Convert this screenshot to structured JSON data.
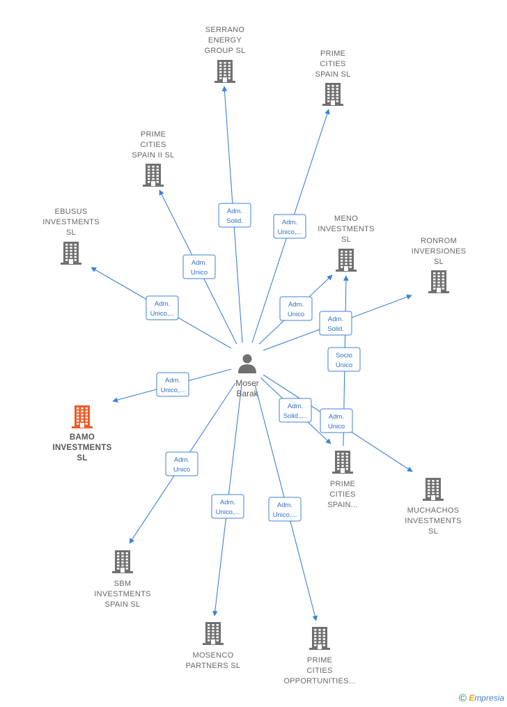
{
  "colors": {
    "edge": "#3b82d6",
    "building": "#707070",
    "building_highlight": "#ee5a2a",
    "person": "#707070"
  },
  "center": {
    "name_lines": [
      "Moser",
      "Barak"
    ],
    "icon": "person-icon"
  },
  "companies": [
    {
      "id": "serrano",
      "lines": [
        "SERRANO",
        "ENERGY",
        "GROUP  SL"
      ],
      "highlight": false
    },
    {
      "id": "prime-cities-spain",
      "lines": [
        "PRIME",
        "CITIES",
        "SPAIN  SL"
      ],
      "highlight": false
    },
    {
      "id": "prime-cities-spain-ii",
      "lines": [
        "PRIME",
        "CITIES",
        "SPAIN II  SL"
      ],
      "highlight": false
    },
    {
      "id": "ebusus",
      "lines": [
        "EBUSUS",
        "INVESTMENTS",
        "SL"
      ],
      "highlight": false
    },
    {
      "id": "meno",
      "lines": [
        "MENO",
        "INVESTMENTS",
        "SL"
      ],
      "highlight": false
    },
    {
      "id": "ronrom",
      "lines": [
        "RONROM",
        "INVERSIONES",
        "SL"
      ],
      "highlight": false
    },
    {
      "id": "bamo",
      "lines": [
        "BAMO",
        "INVESTMENTS",
        "SL"
      ],
      "highlight": true
    },
    {
      "id": "prime-cities-spain-2",
      "lines": [
        "PRIME",
        "CITIES",
        "SPAIN..."
      ],
      "highlight": false
    },
    {
      "id": "muchachos",
      "lines": [
        "MUCHACHOS",
        "INVESTMENTS",
        "SL"
      ],
      "highlight": false
    },
    {
      "id": "sbm",
      "lines": [
        "SBM",
        "INVESTMENTS",
        "SPAIN  SL"
      ],
      "highlight": false
    },
    {
      "id": "mosenco",
      "lines": [
        "MOSENCO",
        "PARTNERS  SL"
      ],
      "highlight": false
    },
    {
      "id": "prime-cities-opportunities",
      "lines": [
        "PRIME",
        "CITIES",
        "OPPORTUNITIES..."
      ],
      "highlight": false
    }
  ],
  "relations": [
    {
      "to": "serrano",
      "lines": [
        "Adm.",
        "Solid."
      ]
    },
    {
      "to": "prime-cities-spain",
      "lines": [
        "Adm.",
        "Unico,..."
      ]
    },
    {
      "to": "prime-cities-spain-ii",
      "lines": [
        "Adm.",
        "Unico"
      ]
    },
    {
      "to": "ebusus",
      "lines": [
        "Adm.",
        "Unico,..."
      ]
    },
    {
      "to": "meno",
      "lines": [
        "Adm.",
        "Unico"
      ]
    },
    {
      "to": "ronrom",
      "lines": [
        "Adm.",
        "Solid."
      ]
    },
    {
      "to": "bamo",
      "lines": [
        "Adm.",
        "Unico,..."
      ]
    },
    {
      "to": "prime-cities-spain-2",
      "lines": [
        "Adm.",
        "Solid.,..."
      ]
    },
    {
      "to": "muchachos",
      "lines": [
        "Adm.",
        "Unico"
      ]
    },
    {
      "to": "sbm",
      "lines": [
        "Adm.",
        "Unico"
      ]
    },
    {
      "to": "mosenco",
      "lines": [
        "Adm.",
        "Unico,..."
      ]
    },
    {
      "to": "prime-cities-opportunities",
      "lines": [
        "Adm.",
        "Unico,..."
      ]
    },
    {
      "from": "prime-cities-spain-2",
      "to": "meno",
      "lines": [
        "Socio",
        "Único"
      ]
    }
  ],
  "watermark": {
    "symbol": "©",
    "brand_first": "E",
    "brand_rest": "mpresia"
  }
}
